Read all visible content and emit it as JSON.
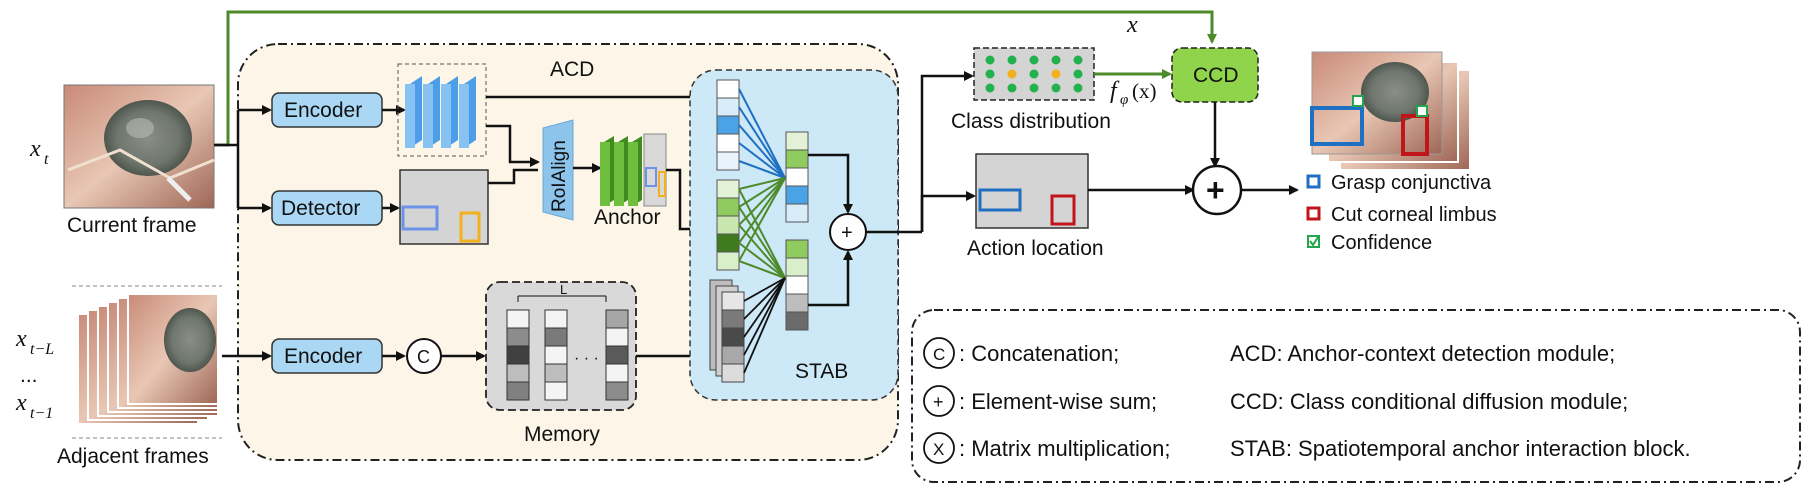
{
  "inputs": {
    "xt": "x",
    "xt_sub": "t",
    "current_frame": "Current frame",
    "adjacent_frames": "Adjacent frames",
    "x_tL": "x",
    "x_tL_sub": "t−L",
    "ellipsis": "...",
    "x_t1": "x",
    "x_t1_sub": "t−1"
  },
  "acd": {
    "title": "ACD",
    "encoder_top": "Encoder",
    "detector": "Detector",
    "roialign": "RoIAlign",
    "anchor": "Anchor",
    "encoder_bottom": "Encoder",
    "concat_symbol": "C",
    "memory": "Memory",
    "memory_len": "L",
    "memory_dots": "· · ·",
    "stab": "STAB",
    "sum_symbol": "+"
  },
  "outputs": {
    "x_top": "x",
    "class_distribution": "Class distribution",
    "f_phi": "f",
    "f_phi_sub": "φ",
    "f_phi_arg": "(x)",
    "ccd": "CCD",
    "action_location": "Action location",
    "big_sum": "+"
  },
  "legend": {
    "items": [
      {
        "label": "Grasp conjunctiva",
        "color": "#1f6fc2"
      },
      {
        "label": "Cut corneal limbus",
        "color": "#c0161b"
      },
      {
        "label": "Confidence",
        "color": "#22a84a"
      }
    ]
  },
  "key": {
    "rows": [
      {
        "symbol": "C",
        "text": ": Concatenation;",
        "abbr": "ACD: Anchor-context detection module;"
      },
      {
        "symbol": "+",
        "text": ": Element-wise sum;",
        "abbr": "CCD: Class conditional diffusion module;"
      },
      {
        "symbol": "X",
        "text": ": Matrix multiplication;",
        "abbr": "STAB: Spatiotemporal anchor interaction block."
      }
    ]
  },
  "colors": {
    "module_fill": "#fdf6e8",
    "stab_fill": "#cde8f6",
    "node_fill": "#a9d7f4",
    "green_arrow": "#4e8a2a",
    "ccd_fill": "#8fd44a",
    "blue_bbox": "#1f6fc2",
    "red_bbox": "#c0161b",
    "orange_bbox": "#f2b01e",
    "anchor_green": "#5aa832",
    "dist_green": "#22b14c",
    "dist_yellow": "#f2b01e"
  }
}
